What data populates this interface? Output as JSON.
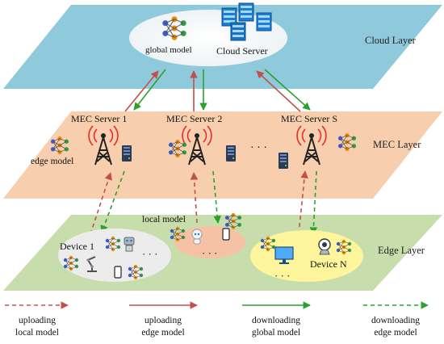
{
  "layers": {
    "cloud": {
      "label": "Cloud Layer",
      "color": "#8ec9dc"
    },
    "mec": {
      "label": "MEC Layer",
      "color": "#f8cfae"
    },
    "edge": {
      "label": "Edge Layer",
      "color": "#c7deac"
    }
  },
  "cloud": {
    "global_model_label": "global model",
    "server_label": "Cloud Server"
  },
  "mec_servers": [
    {
      "label": "MEC Server 1"
    },
    {
      "label": "MEC Server 2"
    },
    {
      "label": "MEC Server S"
    }
  ],
  "mec_ellipsis": "· · ·",
  "edge_model_label": "edge model",
  "local_model_label": "local model",
  "devices": {
    "first": "Device 1",
    "last": "Device N",
    "ellipsis": "· · ·"
  },
  "legend": [
    {
      "line1": "uploading",
      "line2": "local model",
      "style": "dashed",
      "color": "#c0504d"
    },
    {
      "line1": "uploading",
      "line2": "edge model",
      "style": "solid",
      "color": "#c0504d"
    },
    {
      "line1": "downloading",
      "line2": "global model",
      "style": "solid",
      "color": "#2ca02c"
    },
    {
      "line1": "downloading",
      "line2": "edge model",
      "style": "dashed",
      "color": "#2ca02c"
    }
  ],
  "icons": [
    "neural-network-icon",
    "server-rack-icon",
    "cell-tower-icon",
    "robot-icon",
    "smartphone-icon",
    "robot-arm-icon",
    "monitor-icon",
    "camera-icon"
  ]
}
